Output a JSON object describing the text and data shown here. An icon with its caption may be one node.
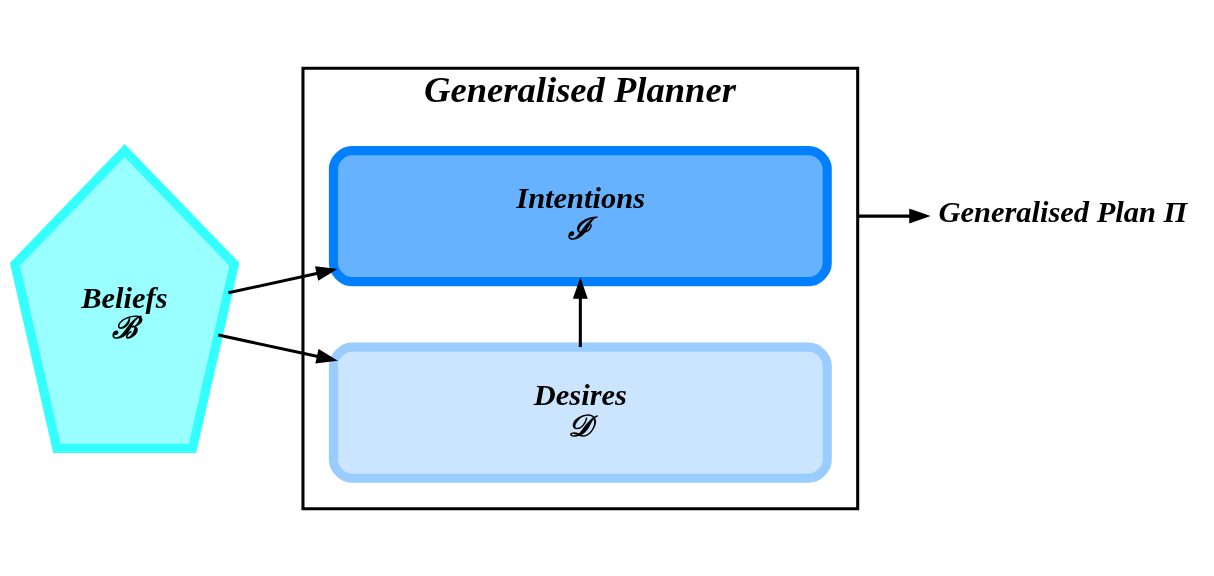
{
  "diagram": {
    "nodes": [
      {
        "text": [
          "Beliefs",
          "ℬ"
        ]
      },
      {
        "text": [
          "Generalised Planner"
        ]
      },
      {
        "text": [
          "Desires",
          "𝒟"
        ],
        "in": 1
      },
      {
        "text": [
          "Intentions",
          "ℐ"
        ],
        "in": 1
      },
      {
        "text": [
          "Generalised Plan Π"
        ]
      }
    ],
    "edges": [
      {
        "from": 0,
        "to": 2,
        "arrow": "to"
      },
      {
        "from": 0,
        "to": 3,
        "arrow": "to"
      },
      {
        "from": 2,
        "to": 3,
        "arrow": "to"
      },
      {
        "from": 1,
        "to": 4,
        "arrow": "to"
      }
    ]
  }
}
